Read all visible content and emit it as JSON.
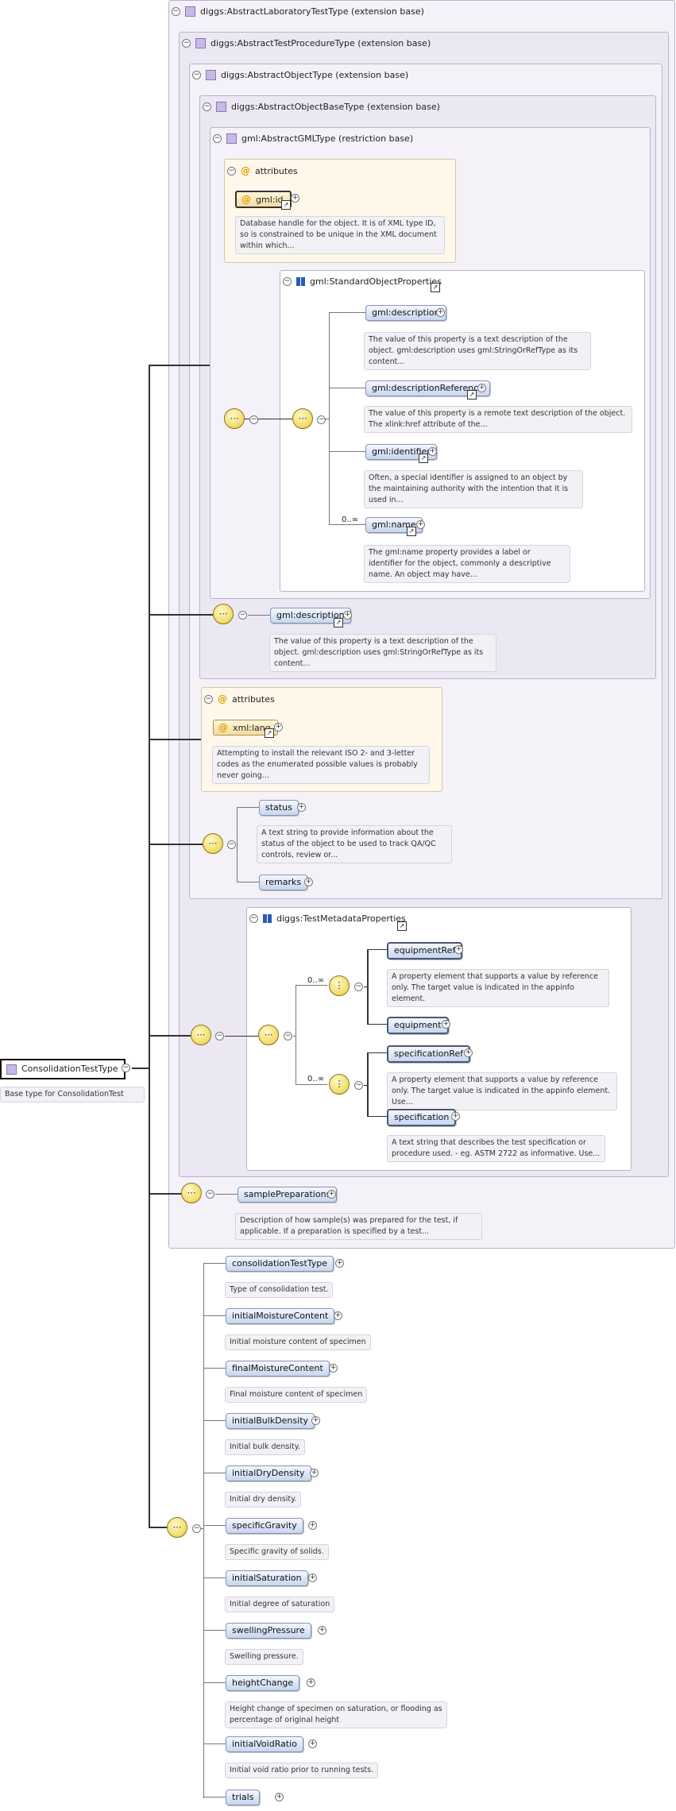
{
  "root": {
    "name": "ConsolidationTestType",
    "doc": "Base type for ConsolidationTest"
  },
  "bases": {
    "lab": "diggs:AbstractLaboratoryTestType (extension base)",
    "proc": "diggs:AbstractTestProcedureType (extension base)",
    "obj": "diggs:AbstractObjectType (extension base)",
    "objbase": "diggs:AbstractObjectBaseType (extension base)",
    "gml": "gml:AbstractGMLType (restriction base)"
  },
  "attributes_label": "attributes",
  "gml_id": {
    "name": "gml:id",
    "doc": "Database handle for the object. It is of XML type ID, so is constrained to be unique in the XML document within which..."
  },
  "std_props": {
    "title": "gml:StandardObjectProperties",
    "items": [
      {
        "name": "gml:description",
        "doc": "The value of this property is a text description of the object. gml:description uses gml:StringOrRefType as its content..."
      },
      {
        "name": "gml:descriptionReference",
        "doc": "The value of this property is a remote text description of the object. The xlink:href attribute of the..."
      },
      {
        "name": "gml:identifier",
        "doc": "Often, a special identifier is assigned to an object by the maintaining authority with the intention that it is used in..."
      },
      {
        "name": "gml:name",
        "doc": "The gml:name property provides a label or identifier for the object, commonly a descriptive name. An object may have...",
        "mult": "0..∞"
      }
    ]
  },
  "gml_description2": {
    "name": "gml:description",
    "doc": "The value of this property is a text description of the object. gml:description uses gml:StringOrRefType as its content..."
  },
  "xml_lang": {
    "name": "xml:lang",
    "doc": "Attempting to install the relevant ISO 2- and 3-letter codes as the enumerated possible values is probably never going..."
  },
  "status": {
    "name": "status",
    "doc": "A text string to provide information about the status of the object to be used to track QA/QC controls, review or..."
  },
  "remarks": {
    "name": "remarks"
  },
  "test_meta": {
    "title": "diggs:TestMetadataProperties",
    "mult1": "0..∞",
    "mult2": "0..∞",
    "equipmentRef": {
      "name": "equipmentRef",
      "doc": "A property element that supports a value by reference only. The target value is indicated in the appinfo element."
    },
    "equipment": {
      "name": "equipment"
    },
    "specificationRef": {
      "name": "specificationRef",
      "doc": "A property element that supports a value by reference only. The target value is indicated in the appinfo element. Use..."
    },
    "specification": {
      "name": "specification",
      "doc": "A text string that describes the test specification or procedure used. - eg. ASTM 2722 as informative. Use..."
    }
  },
  "samplePreparations": {
    "name": "samplePreparations",
    "doc": "Description of how sample(s) was prepared for the test, if applicable. If a preparation is specified by a test..."
  },
  "own_elements": [
    {
      "name": "consolidationTestType",
      "doc": "Type of consolidation test."
    },
    {
      "name": "initialMoistureContent",
      "doc": "Initial moisture content of specimen"
    },
    {
      "name": "finalMoistureContent",
      "doc": "Final moisture content of specimen"
    },
    {
      "name": "initialBulkDensity",
      "doc": "Initial bulk density."
    },
    {
      "name": "initialDryDensity",
      "doc": "Initial dry density."
    },
    {
      "name": "specificGravity",
      "doc": "Specific gravity of solids."
    },
    {
      "name": "initialSaturation",
      "doc": "Initial degree of saturation"
    },
    {
      "name": "swellingPressure",
      "doc": "Swelling pressure."
    },
    {
      "name": "heightChange",
      "doc": "Height change of specimen on saturation, or flooding as percentage of original height"
    },
    {
      "name": "initialVoidRatio",
      "doc": "Initial void ratio prior to running tests."
    },
    {
      "name": "trials"
    }
  ],
  "colors": {
    "box_bg": "#f4f1f8",
    "attr_bg": "#fff8ea",
    "element_fill": "#c7d6f0",
    "compositor": "#f2da62"
  }
}
